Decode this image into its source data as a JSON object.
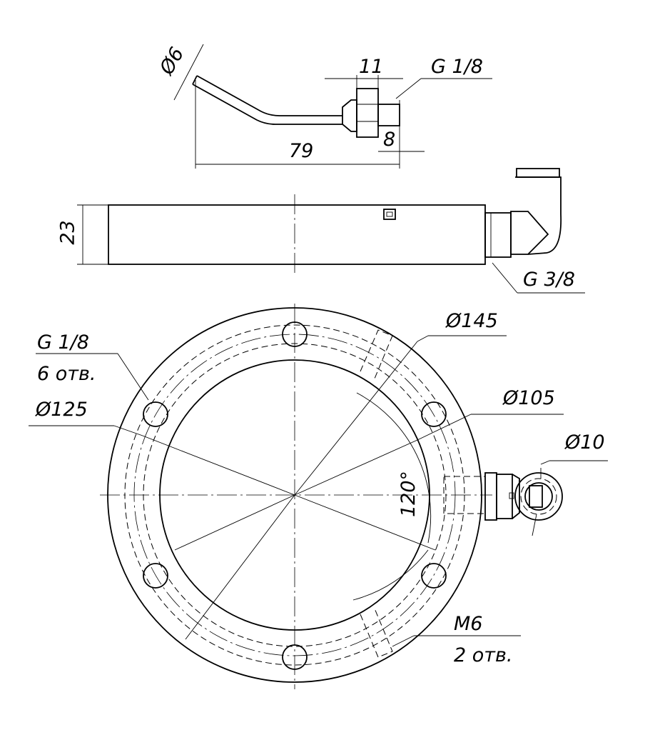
{
  "labels": {
    "tube_diameter": "Ø6",
    "nut_width": "11",
    "thread_top": "G 1/8",
    "thread_length": "8",
    "tube_length": "79",
    "height": "23",
    "inlet_thread": "G 3/8",
    "hole_thread": "G 1/8",
    "hole_count": "6 отв.",
    "d145": "Ø145",
    "d125": "Ø125",
    "d105": "Ø105",
    "d10": "Ø10",
    "angle": "120°",
    "mount_thread": "M6",
    "mount_count": "2 отв."
  }
}
